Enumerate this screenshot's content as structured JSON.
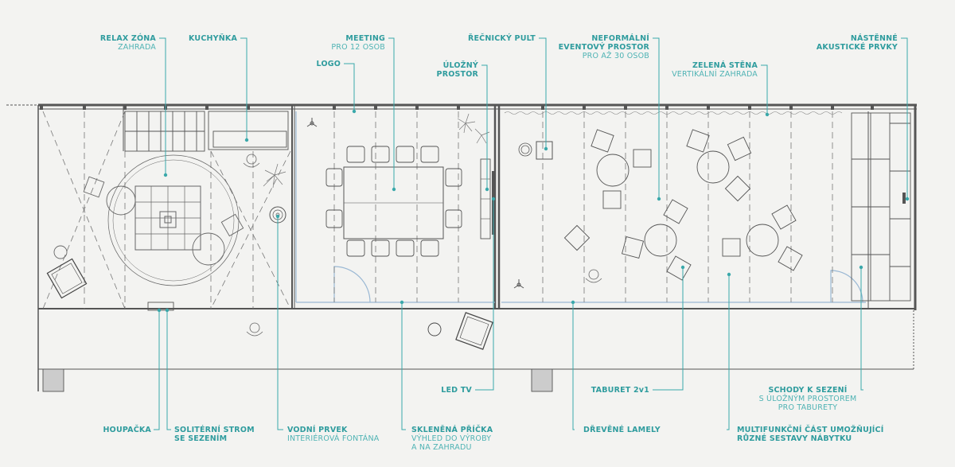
{
  "labels": {
    "relax": {
      "title": "RELAX ZÓNA",
      "sub": "ZAHRADA"
    },
    "kuchynka": {
      "title": "KUCHYŇKA"
    },
    "meeting": {
      "title": "MEETING",
      "sub": "PRO 12 OSOB"
    },
    "logo": {
      "title": "LOGO"
    },
    "ulozny": {
      "title": "ÚLOŽNÝ",
      "title2": "PROSTOR"
    },
    "recnicky": {
      "title": "ŘEČNICKÝ PULT"
    },
    "neformalni": {
      "title": "NEFORMÁLNÍ",
      "title2": "EVENTOVÝ PROSTOR",
      "sub": "PRO AŽ 30 OSOB"
    },
    "zelena": {
      "title": "ZELENÁ STĚNA",
      "sub": "VERTIKÁLNÍ ZAHRADA"
    },
    "nastenne": {
      "title": "NÁSTĚNNÉ",
      "title2": "AKUSTICKÉ PRVKY"
    },
    "ledtv": {
      "title": "LED TV"
    },
    "taburet": {
      "title": "TABURET 2v1"
    },
    "schody": {
      "title": "SCHODY K SEZENÍ",
      "sub": "S ÚLOŽNÝM PROSTOREM",
      "sub2": "PRO TABURETY"
    },
    "houpacka": {
      "title": "HOUPAČKA"
    },
    "strom": {
      "title": "SOLITÉRNÍ STROM",
      "title2": "SE SEZENÍM"
    },
    "vodni": {
      "title": "VODNÍ PRVEK",
      "sub": "INTERIÉROVÁ FONTÁNA"
    },
    "sklenena": {
      "title": "SKLENĚNÁ PŘÍČKA",
      "sub": "VÝHLED DO VÝROBY",
      "sub2": "A NA ZAHRADU"
    },
    "drevene": {
      "title": "DŘEVĚNÉ LAMELY"
    },
    "multi": {
      "title": "MULTIFUNKČNÍ ČÁST UMOŽŇUJÍCÍ",
      "title2": "RŮZNÉ SESTAVY NÁBYTKU"
    }
  },
  "colors": {
    "accent": "#3aa8aa",
    "line": "#4a4a4a",
    "paper": "#f3f3f1",
    "glass": "#9ab8d4"
  }
}
